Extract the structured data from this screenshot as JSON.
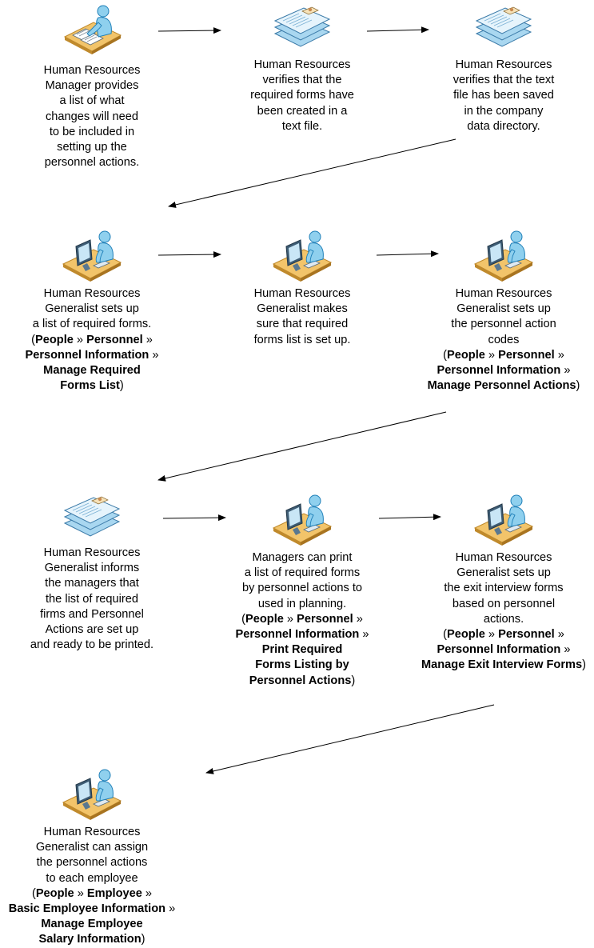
{
  "colors": {
    "person_skin": "#8fd0ee",
    "person_dark": "#1f7fb8",
    "desk": "#f2c46a",
    "desk_dark": "#c08a2c",
    "paper": "#ffffff",
    "paper_blue": "#a9d7f0",
    "arrow": "#000000"
  },
  "steps": [
    {
      "id": "s1",
      "icon": "person-with-papers-icon",
      "lines": [
        [
          {
            "t": "Human Resources"
          }
        ],
        [
          {
            "t": "Manager provides"
          }
        ],
        [
          {
            "t": "a list of what"
          }
        ],
        [
          {
            "t": "changes will need"
          }
        ],
        [
          {
            "t": "to be included in"
          }
        ],
        [
          {
            "t": "setting up the"
          }
        ],
        [
          {
            "t": "personnel actions."
          }
        ]
      ]
    },
    {
      "id": "s2",
      "icon": "document-stack-icon",
      "lines": [
        [
          {
            "t": "Human Resources"
          }
        ],
        [
          {
            "t": "verifies that the"
          }
        ],
        [
          {
            "t": "required forms have"
          }
        ],
        [
          {
            "t": "been created in a"
          }
        ],
        [
          {
            "t": "text file."
          }
        ]
      ]
    },
    {
      "id": "s3",
      "icon": "document-stack-icon",
      "lines": [
        [
          {
            "t": "Human Resources"
          }
        ],
        [
          {
            "t": "verifies that the text"
          }
        ],
        [
          {
            "t": "file has been saved"
          }
        ],
        [
          {
            "t": "in the company"
          }
        ],
        [
          {
            "t": "data directory."
          }
        ]
      ]
    },
    {
      "id": "s4",
      "icon": "person-at-computer-icon",
      "lines": [
        [
          {
            "t": "Human Resources"
          }
        ],
        [
          {
            "t": "Generalist sets up"
          }
        ],
        [
          {
            "t": "a list of required forms."
          }
        ],
        [
          {
            "t": "("
          },
          {
            "t": "People",
            "b": true
          },
          {
            "t": " » "
          },
          {
            "t": "Personnel",
            "b": true
          },
          {
            "t": " »"
          }
        ],
        [
          {
            "t": "Personnel Information",
            "b": true
          },
          {
            "t": " »"
          }
        ],
        [
          {
            "t": "Manage Required",
            "b": true
          }
        ],
        [
          {
            "t": "Forms List",
            "b": true
          },
          {
            "t": ")"
          }
        ]
      ]
    },
    {
      "id": "s5",
      "icon": "person-at-computer-icon",
      "lines": [
        [
          {
            "t": "Human Resources"
          }
        ],
        [
          {
            "t": "Generalist makes"
          }
        ],
        [
          {
            "t": "sure that required"
          }
        ],
        [
          {
            "t": "forms list is set up."
          }
        ]
      ]
    },
    {
      "id": "s6",
      "icon": "person-at-computer-icon",
      "lines": [
        [
          {
            "t": "Human Resources"
          }
        ],
        [
          {
            "t": "Generalist sets up"
          }
        ],
        [
          {
            "t": "the personnel action"
          }
        ],
        [
          {
            "t": "codes"
          }
        ],
        [
          {
            "t": "("
          },
          {
            "t": "People",
            "b": true
          },
          {
            "t": " » "
          },
          {
            "t": "Personnel",
            "b": true
          },
          {
            "t": " »"
          }
        ],
        [
          {
            "t": "Personnel Information",
            "b": true
          },
          {
            "t": " »"
          }
        ],
        [
          {
            "t": "Manage Personnel Actions",
            "b": true
          },
          {
            "t": ")"
          }
        ]
      ]
    },
    {
      "id": "s7",
      "icon": "document-stack-icon",
      "lines": [
        [
          {
            "t": "Human Resources"
          }
        ],
        [
          {
            "t": "Generalist informs"
          }
        ],
        [
          {
            "t": "the managers that"
          }
        ],
        [
          {
            "t": "the list of required"
          }
        ],
        [
          {
            "t": "firms and Personnel"
          }
        ],
        [
          {
            "t": "Actions are set up"
          }
        ],
        [
          {
            "t": "and ready to be printed."
          }
        ]
      ]
    },
    {
      "id": "s8",
      "icon": "person-at-computer-icon",
      "lines": [
        [
          {
            "t": "Managers can print"
          }
        ],
        [
          {
            "t": "a list of required forms"
          }
        ],
        [
          {
            "t": "by personnel actions to"
          }
        ],
        [
          {
            "t": "used in planning."
          }
        ],
        [
          {
            "t": "("
          },
          {
            "t": "People",
            "b": true
          },
          {
            "t": " » "
          },
          {
            "t": "Personnel",
            "b": true
          },
          {
            "t": " »"
          }
        ],
        [
          {
            "t": "Personnel Information",
            "b": true
          },
          {
            "t": " »"
          }
        ],
        [
          {
            "t": "Print Required",
            "b": true
          }
        ],
        [
          {
            "t": "Forms Listing by",
            "b": true
          }
        ],
        [
          {
            "t": "Personnel Actions",
            "b": true
          },
          {
            "t": ")"
          }
        ]
      ]
    },
    {
      "id": "s9",
      "icon": "person-at-computer-icon",
      "lines": [
        [
          {
            "t": "Human Resources"
          }
        ],
        [
          {
            "t": "Generalist sets up"
          }
        ],
        [
          {
            "t": "the exit interview forms"
          }
        ],
        [
          {
            "t": "based on personnel"
          }
        ],
        [
          {
            "t": "actions."
          }
        ],
        [
          {
            "t": "("
          },
          {
            "t": "People",
            "b": true
          },
          {
            "t": " » "
          },
          {
            "t": "Personnel",
            "b": true
          },
          {
            "t": " »"
          }
        ],
        [
          {
            "t": "Personnel Information",
            "b": true
          },
          {
            "t": " »"
          }
        ],
        [
          {
            "t": "Manage Exit Interview Forms",
            "b": true
          },
          {
            "t": ")"
          }
        ]
      ]
    },
    {
      "id": "s10",
      "icon": "person-at-computer-icon",
      "lines": [
        [
          {
            "t": "Human Resources"
          }
        ],
        [
          {
            "t": "Generalist can assign"
          }
        ],
        [
          {
            "t": "the personnel actions"
          }
        ],
        [
          {
            "t": "to each employee"
          }
        ],
        [
          {
            "t": "("
          },
          {
            "t": "People",
            "b": true
          },
          {
            "t": " » "
          },
          {
            "t": "Employee",
            "b": true
          },
          {
            "t": " »"
          }
        ],
        [
          {
            "t": "Basic Employee Information",
            "b": true
          },
          {
            "t": " »"
          }
        ],
        [
          {
            "t": "Manage Employee",
            "b": true
          }
        ],
        [
          {
            "t": "Salary Information",
            "b": true
          },
          {
            "t": ")"
          }
        ]
      ]
    }
  ]
}
